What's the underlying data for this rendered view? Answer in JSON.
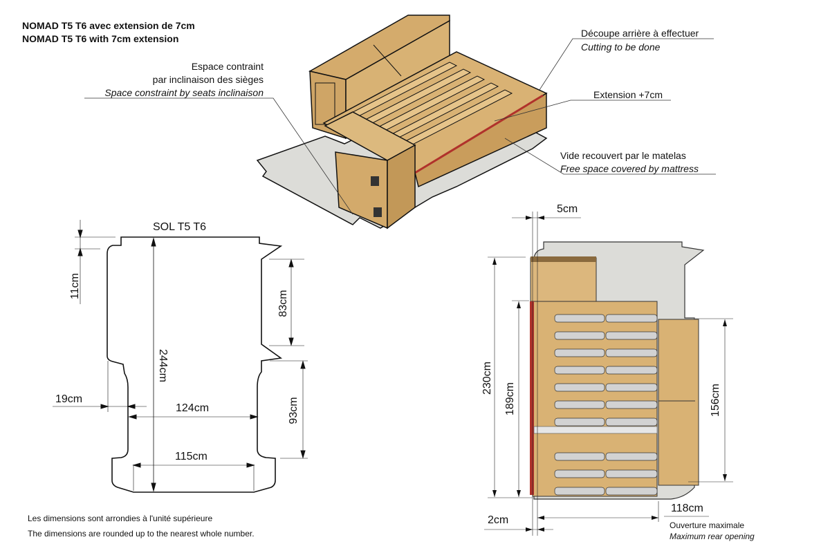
{
  "header": {
    "title_fr": "NOMAD T5 T6  avec extension de  7cm",
    "title_en": "NOMAD T5 T6 with 7cm extension"
  },
  "callouts": {
    "seats": {
      "fr1": "Espace contraint",
      "fr2": "par inclinaison des sièges",
      "en": "Space constraint by seats inclinaison"
    },
    "cutting": {
      "fr": "Découpe arrière à effectuer",
      "en": "Cutting to be done"
    },
    "extension": {
      "fr": "Extension +7cm"
    },
    "free_space": {
      "fr": "Vide recouvert par le matelas",
      "en": "Free space covered by mattress"
    }
  },
  "floor_plan": {
    "title": "SOL T5 T6",
    "dims": {
      "top_offset": "11cm",
      "length": "244cm",
      "side_door": "83cm",
      "wheel_arch_len": "93cm",
      "arch_depth": "19cm",
      "width_between_arches": "124cm",
      "rear_width": "115cm"
    }
  },
  "top_view": {
    "dims": {
      "front_gap": "5cm",
      "overall_length": "230cm",
      "bed_length": "189cm",
      "cabinet_length": "156cm",
      "rear_gap": "2cm",
      "rear_opening": "118cm"
    },
    "rear_opening_fr": "Ouverture maximale",
    "rear_opening_en": "Maximum rear opening"
  },
  "notes": {
    "fr": "Les dimensions sont arrondies à l'unité supérieure",
    "en": "The dimensions are rounded up to the nearest whole number."
  },
  "colors": {
    "wood": "#d9b274",
    "wood_dark": "#b48a4e",
    "floor": "#dcdcd8",
    "red_edge": "#b0322b",
    "line": "#222222"
  }
}
